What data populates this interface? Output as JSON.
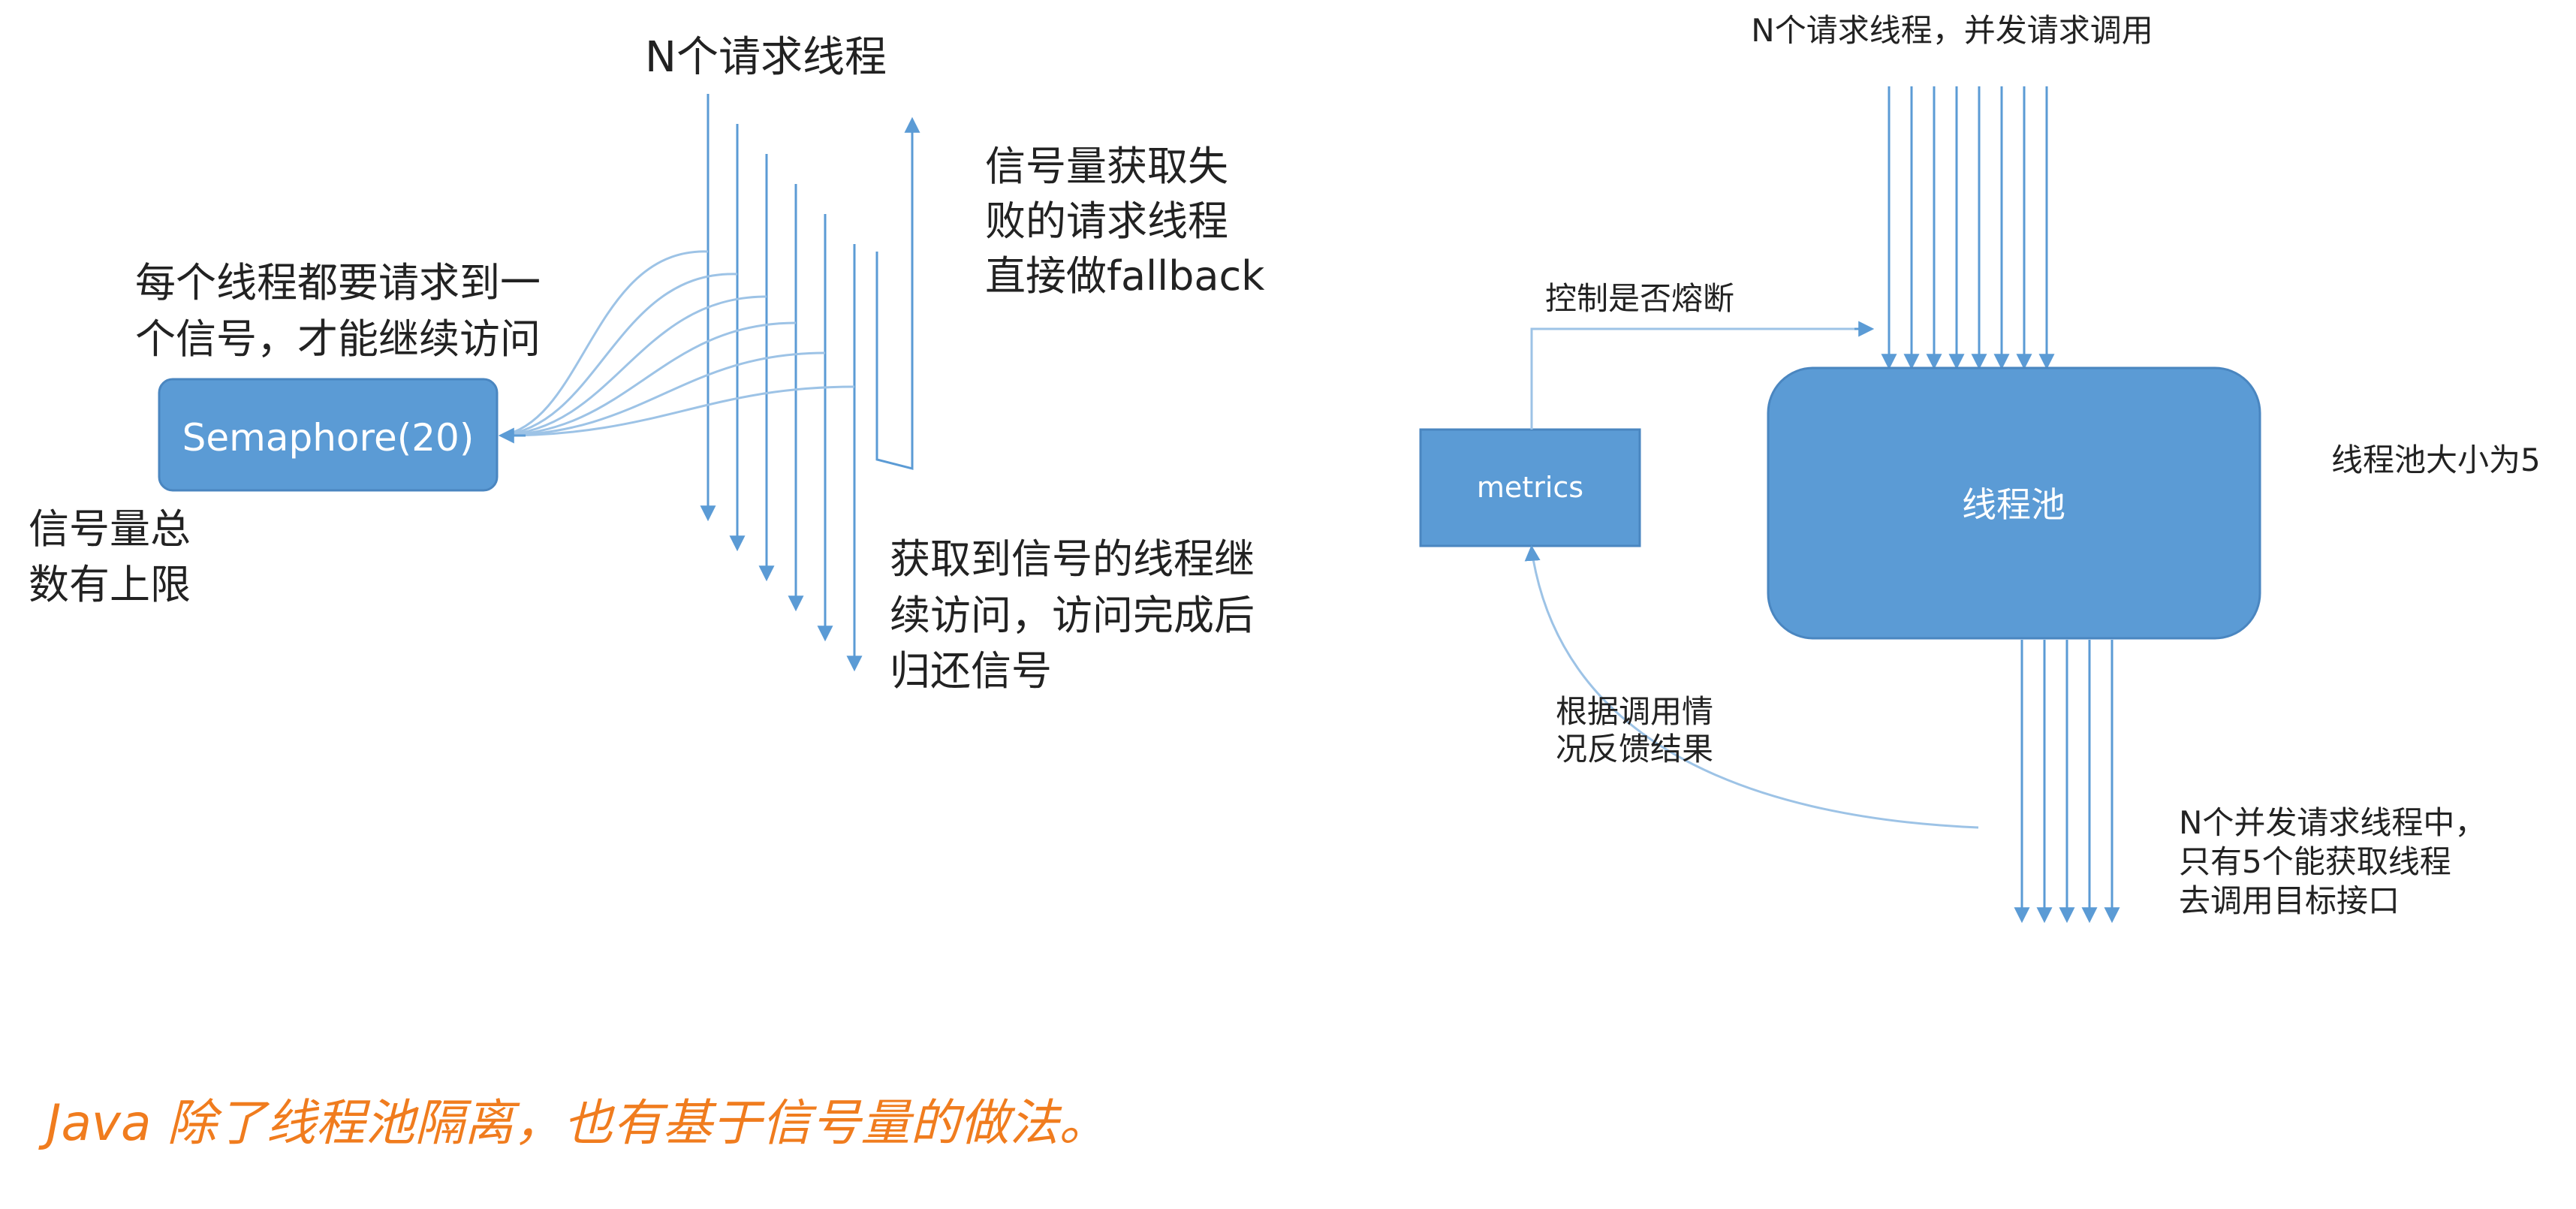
{
  "left_diagram": {
    "title": "N个请求线程",
    "note_each_thread": [
      "每个线程都要请求到一",
      "个信号，才能继续访问"
    ],
    "semaphore_label": "Semaphore(20)",
    "note_limit": [
      "信号量总",
      "数有上限"
    ],
    "note_fail": [
      "信号量获取失",
      "败的请求线程",
      "直接做fallback"
    ],
    "note_success": [
      "获取到信号的线程继",
      "续访问，访问完成后",
      "归还信号"
    ]
  },
  "right_diagram": {
    "title": "N个请求线程，并发请求调用",
    "control_label": "控制是否熔断",
    "metrics_label": "metrics",
    "pool_label": "线程池",
    "pool_size_label": "线程池大小为5",
    "feedback_label": [
      "根据调用情",
      "况反馈结果"
    ],
    "output_note": [
      "N个并发请求线程中，",
      "只有5个能获取线程",
      "去调用目标接口"
    ]
  },
  "caption": {
    "text": "Java 除了线程池隔离，也有基于信号量的做法。"
  },
  "colors": {
    "arrow": "#5b9bd5",
    "box_fill": "#5b9bd5",
    "box_stroke": "#4a86c0",
    "text": "#222222",
    "caption": "#f07c1e"
  }
}
